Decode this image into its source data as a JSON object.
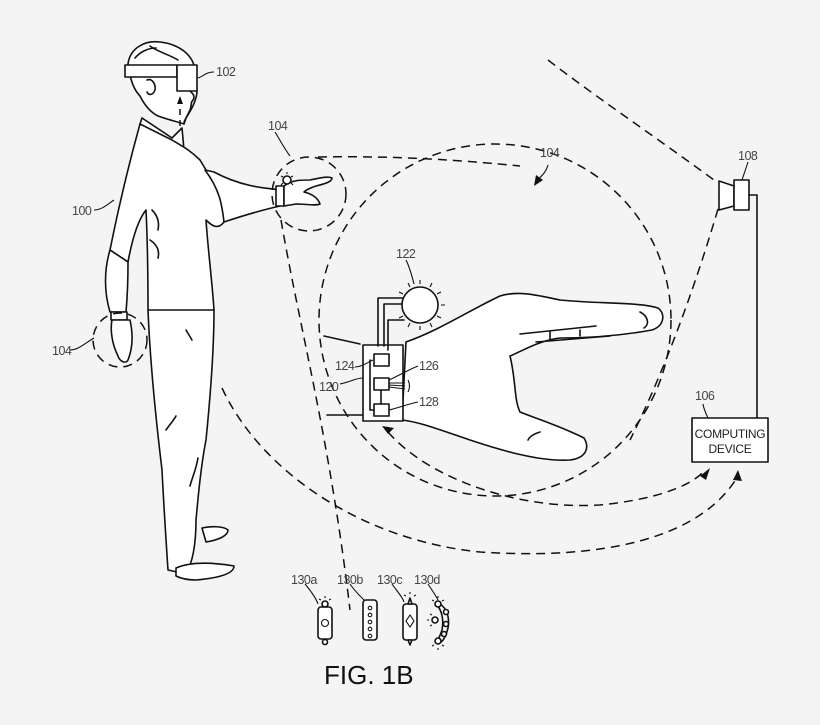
{
  "figure": {
    "title": "FIG. 1B",
    "colors": {
      "background": "#f4f4f4",
      "ink": "#111111",
      "label": "#444444"
    }
  },
  "labels": {
    "user": "100",
    "headset": "102",
    "tracked_hand_top": "104",
    "tracked_region": "104",
    "tracked_hand_left": "104",
    "computing_device_ref": "106",
    "camera": "108",
    "wearable": "120",
    "light_source": "122",
    "component_a": "124",
    "component_b": "126",
    "component_c": "128",
    "variant_a": "130a",
    "variant_b": "130b",
    "variant_c": "130c",
    "variant_d": "130d"
  },
  "computing_device": {
    "line1": "COMPUTING",
    "line2": "DEVICE"
  }
}
